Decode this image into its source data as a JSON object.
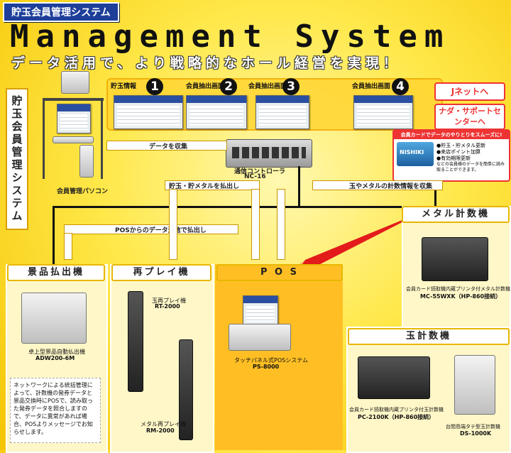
{
  "header": {
    "badge": "貯玉会員管理システム",
    "title": "Management System",
    "subtitle": "データ活用で、より戦略的なホール経営を実現！"
  },
  "side_label": "貯玉会員管理システム",
  "screens": [
    {
      "label": "貯玉情報",
      "num": "1"
    },
    {
      "label": "会員抽出画面",
      "num": "2"
    },
    {
      "label": "会員抽出画面",
      "num": "3"
    },
    {
      "label": "会員抽出画面",
      "num": "4"
    }
  ],
  "links": {
    "jnet": "Jネットへ",
    "nada": "ナダ・サポートセンターへ"
  },
  "card_box": {
    "title": "会員カードでデータのやりとりをスムーズに!",
    "brand": "NISHIKI",
    "items": [
      "●貯玉・貯メタル更新",
      "●来店ポイント加算",
      "●有効期限更新"
    ],
    "note": "などの会員様のデータを簡単に読み取ることができます。"
  },
  "pc_label": "会員管理パソコン",
  "controller": {
    "name": "通信コントローラ",
    "model": "NC-16"
  },
  "flows": {
    "collect": "データを収集",
    "pay_ball": "貯玉・貯メタルを払出し",
    "count_info": "玉やメタルの計数情報を収集",
    "pos_pay": "POSからのデータ送信で払出し"
  },
  "sections": {
    "prize": {
      "title": "景品払出機",
      "device_name": "卓上型景品自動払出機",
      "device_model": "ADW200-6M",
      "note": "ネットワークによる統括管理によって、計数機の発券データと景品交換時にPOSで、読み取った発券データを照合しますので、データに異常があれば場合、POSよりメッセージでお知らせします。"
    },
    "replay": {
      "title": "再プレイ機",
      "dev1_name": "玉再プレイ機",
      "dev1_model": "RT-2000",
      "dev2_name": "メタル再プレイ機",
      "dev2_model": "RM-2000"
    },
    "pos": {
      "title": "P O S",
      "device_name": "タッチパネル式POSシステム",
      "device_model": "PS-8000"
    },
    "medal": {
      "title": "メタル計数機",
      "device_name": "会員カード読取機内蔵プリンタ付メタル計数機",
      "device_model": "MC-55WXK（HP-860接続）"
    },
    "ball": {
      "title": "玉計数機",
      "dev1_name": "会員カード読取機内蔵プリンタ付玉計数機",
      "dev1_model": "PC-2100K（HP-860接続）",
      "dev2_name": "台間島端タテ型玉計数機",
      "dev2_model": "DS-1000K"
    }
  }
}
